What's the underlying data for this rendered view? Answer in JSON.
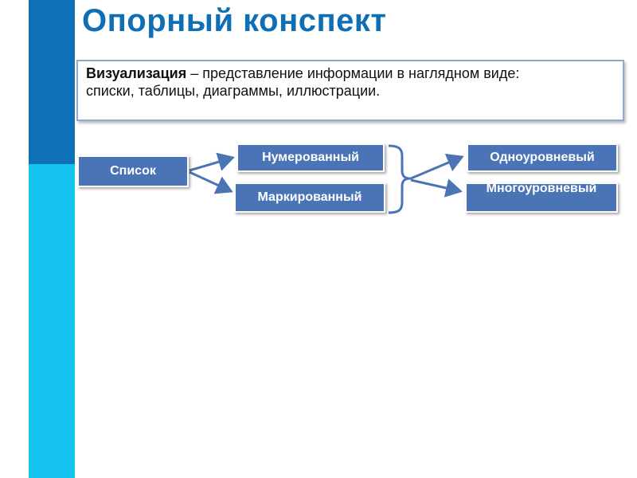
{
  "title": "Опорный конспект",
  "definition": {
    "term": "Визуализация",
    "rest": " – представление информации в наглядном виде:",
    "line2": "списки, таблицы, диаграммы, иллюстрации."
  },
  "nodes": {
    "list": "Список",
    "numbered": "Нумерованный",
    "bulleted": "Маркированный",
    "single_level": "Одноуровневый",
    "multi_level": "Многоуровневый"
  },
  "colors": {
    "accent_dark": "#0f70b7",
    "accent_light": "#14c3ee",
    "node_fill": "#4a74b6"
  }
}
